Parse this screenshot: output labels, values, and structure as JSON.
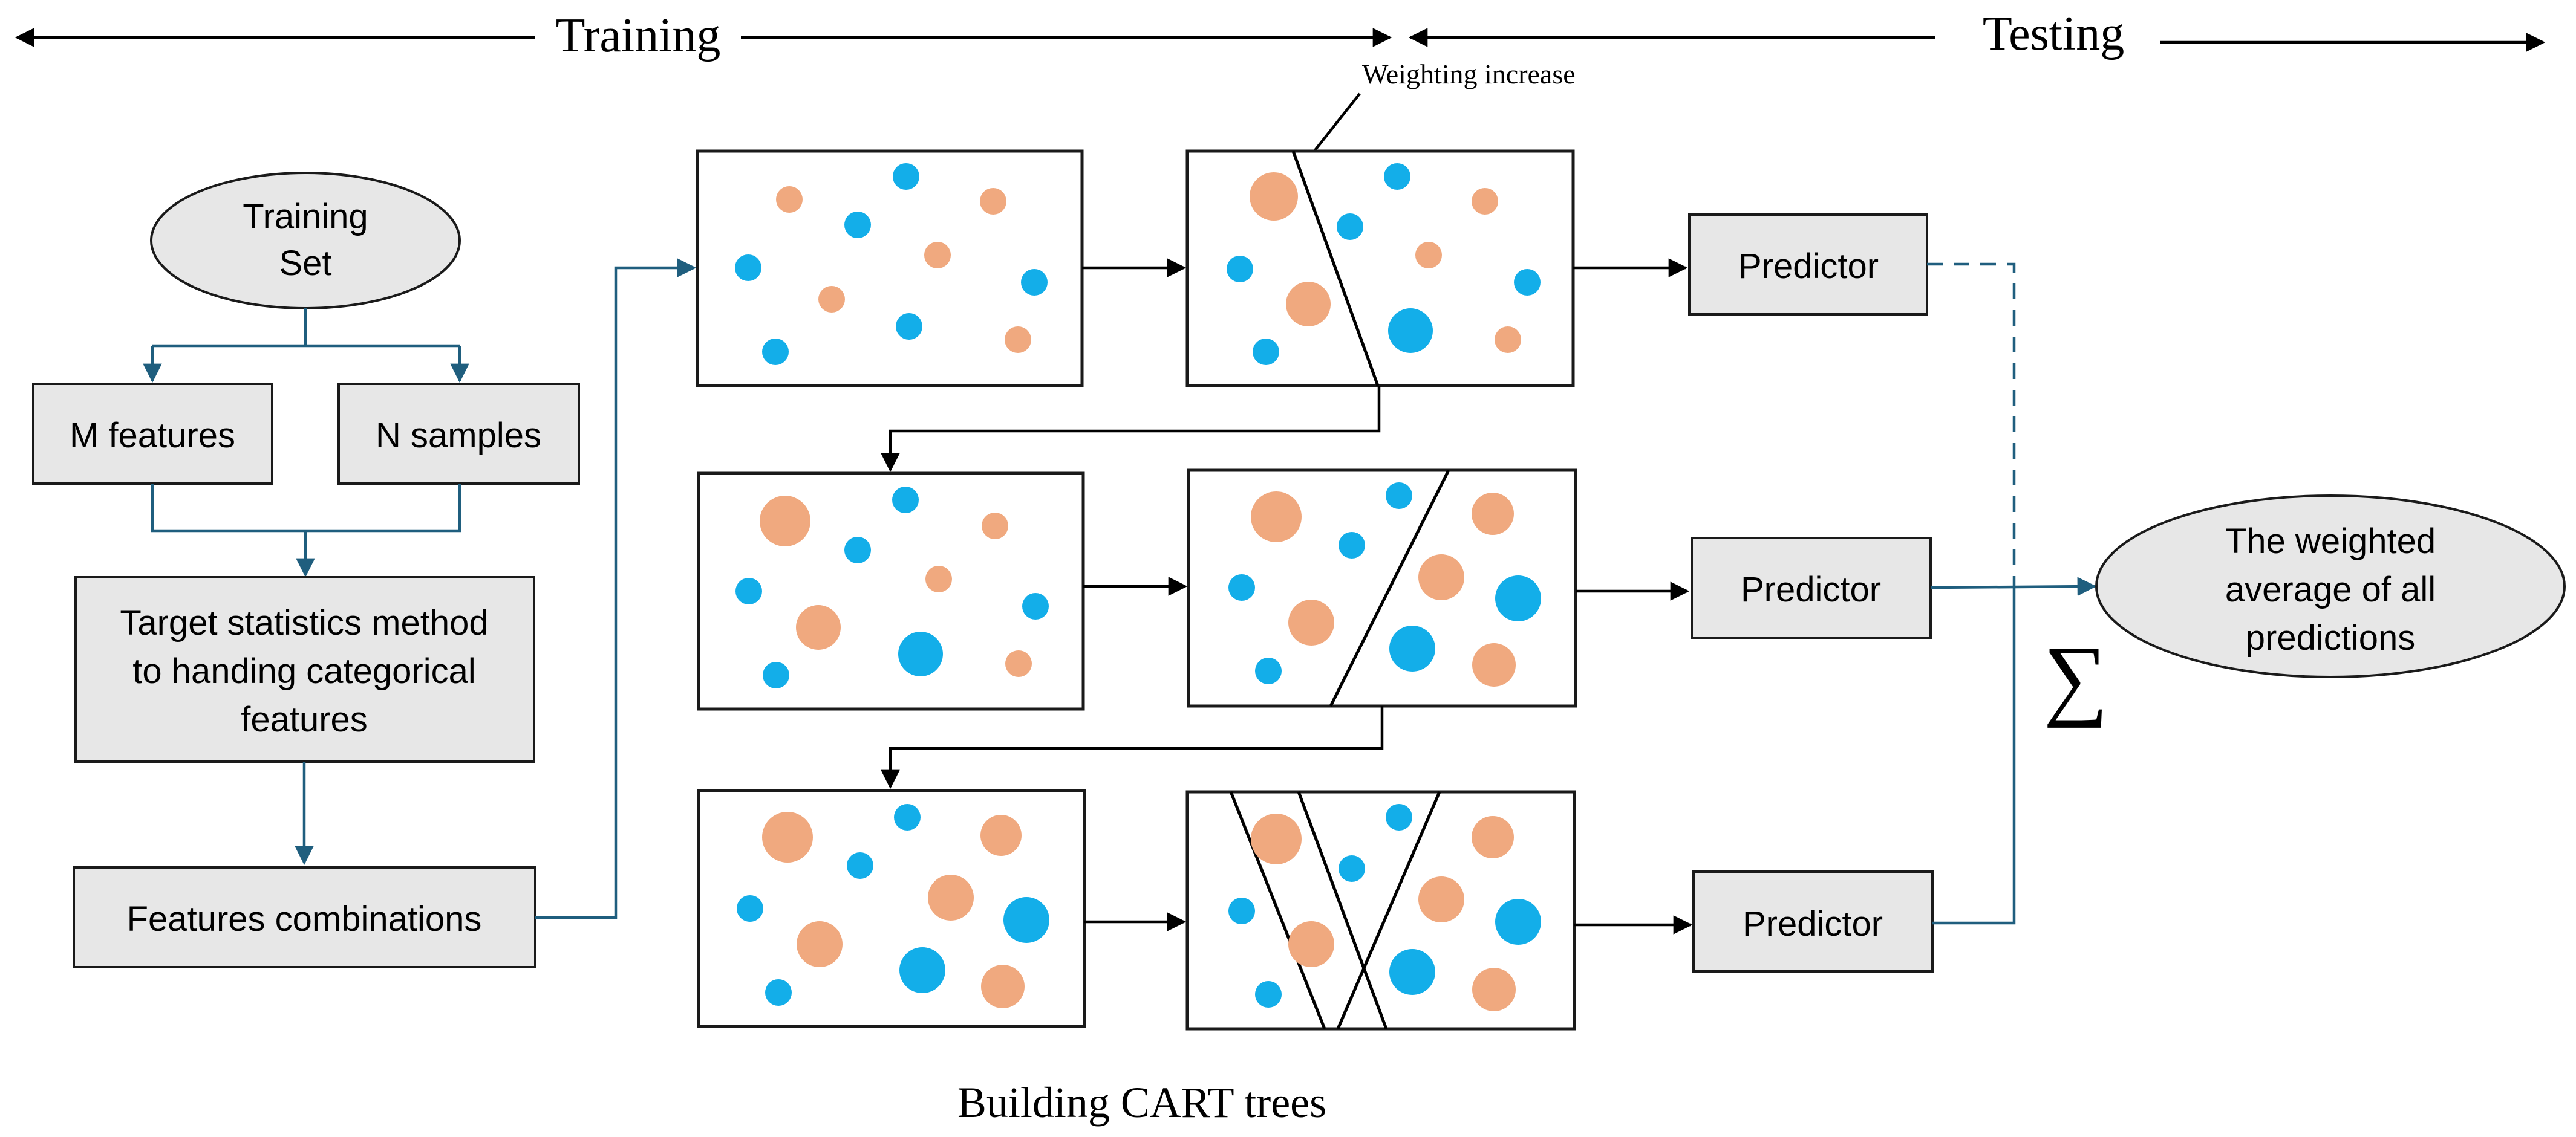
{
  "header": {
    "training_label": "Training",
    "testing_label": "Testing"
  },
  "annotations": {
    "weighting_increase": "Weighting increase",
    "building_cart_trees": "Building CART trees",
    "sigma_symbol": "∑"
  },
  "nodes": {
    "training_set": [
      "Training",
      "Set"
    ],
    "m_features": "M features",
    "n_samples": "N samples",
    "target_statistics": [
      "Target statistics method",
      "to handing categorical",
      "features"
    ],
    "features_combinations": "Features combinations",
    "predictor_1": "Predictor",
    "predictor_2": "Predictor",
    "predictor_3": "Predictor",
    "weighted_average": [
      "The weighted",
      "average of all",
      "predictions"
    ]
  },
  "colors": {
    "box_fill": "#e7e7e7",
    "flow_arrow": "#1f5e7e",
    "class_a_point": "#13aee9",
    "class_b_point": "#f0a97f"
  }
}
